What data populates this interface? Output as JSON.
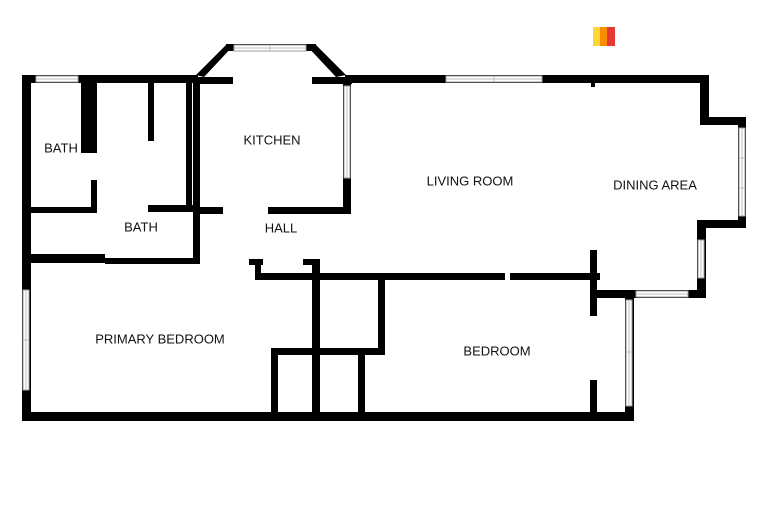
{
  "rooms": {
    "bath_left": "BATH",
    "bath_center": "BATH",
    "kitchen": "KITCHEN",
    "hall": "HALL",
    "living_room": "LIVING ROOM",
    "dining_area": "DINING AREA",
    "primary_bedroom": "PRIMARY BEDROOM",
    "bedroom": "BEDROOM"
  },
  "logo": {
    "icon": "brand-logo-icon",
    "colors": [
      "#fdd835",
      "#fb8c00",
      "#e53935"
    ]
  },
  "colors": {
    "wall": "#000000",
    "background": "#ffffff",
    "window": "#9e9e9e"
  }
}
